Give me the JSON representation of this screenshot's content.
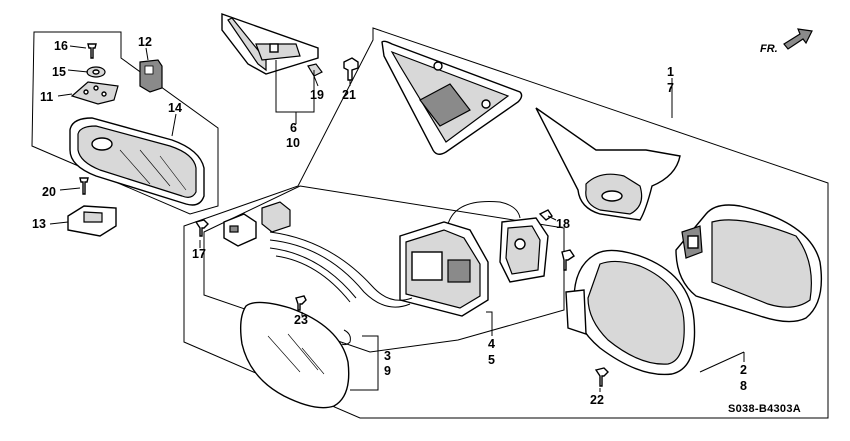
{
  "diagram": {
    "direction_label": "FR.",
    "drawing_code": "S038-B4303A",
    "callouts": {
      "c1": "1",
      "c7": "7",
      "c2": "2",
      "c8": "8",
      "c3": "3",
      "c9": "9",
      "c4": "4",
      "c5": "5",
      "c6": "6",
      "c10": "10",
      "c11": "11",
      "c12": "12",
      "c13": "13",
      "c14": "14",
      "c15": "15",
      "c16": "16",
      "c17": "17",
      "c18": "18",
      "c19": "19",
      "c20": "20",
      "c21": "21",
      "c22": "22",
      "c23": "23"
    }
  }
}
